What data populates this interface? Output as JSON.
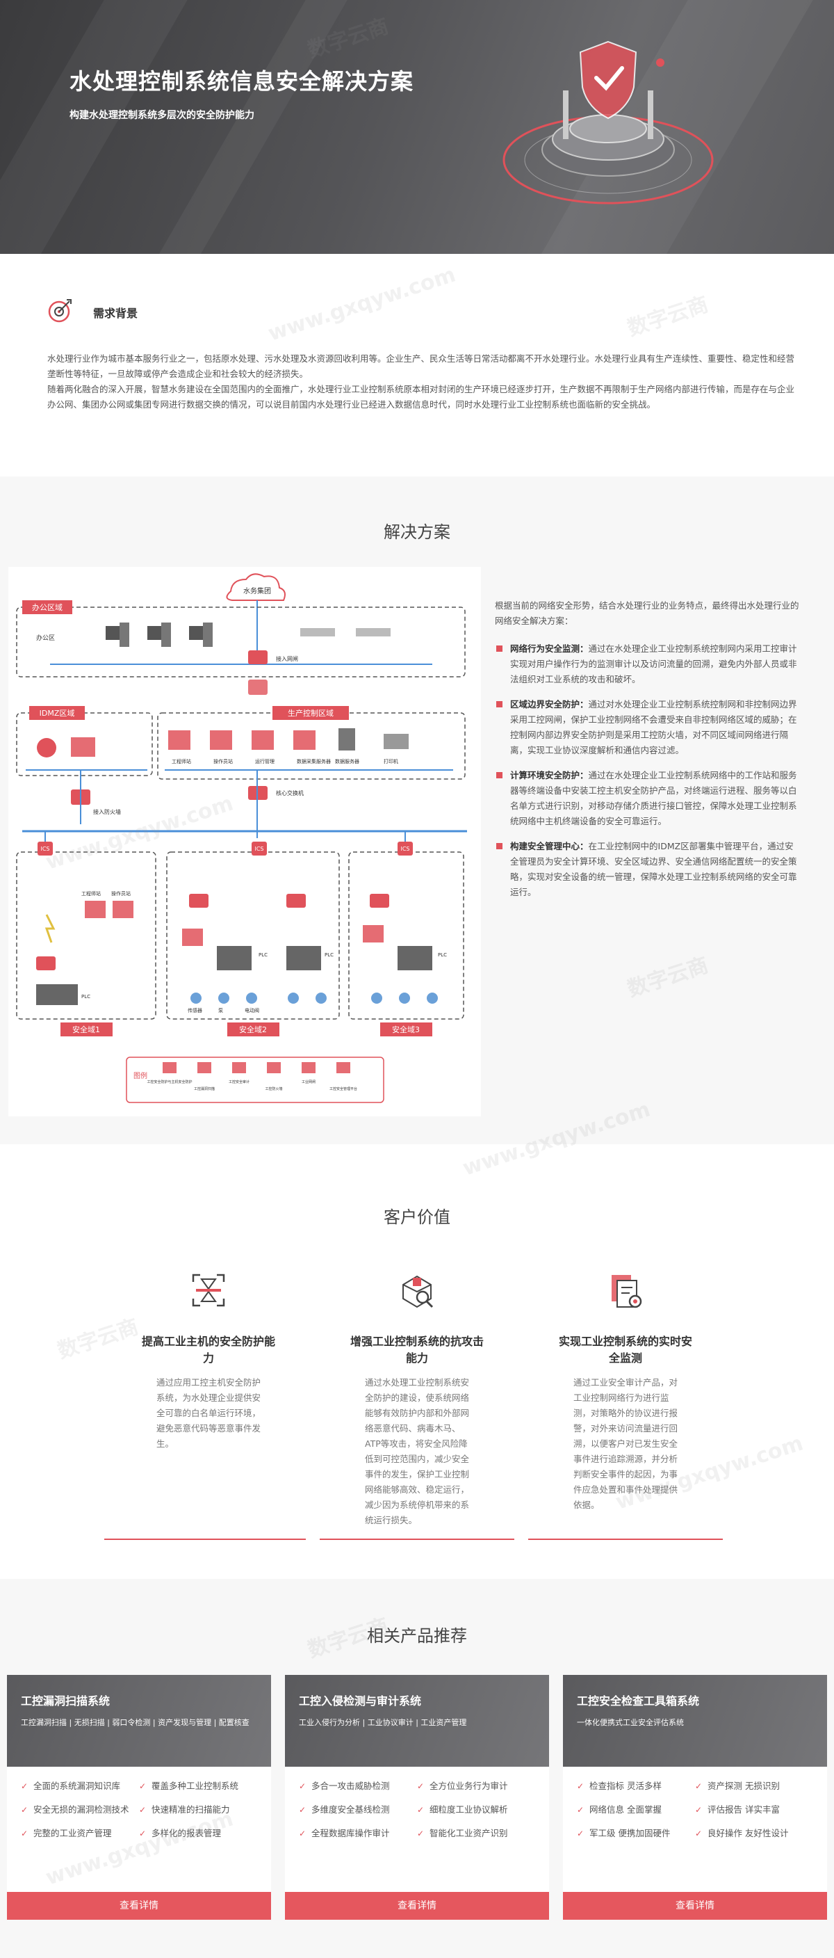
{
  "hero": {
    "title": "水处理控制系统信息安全解决方案",
    "subtitle": "构建水处理控制系统多层次的安全防护能力"
  },
  "need": {
    "title": "需求背景",
    "paragraph1": "水处理行业作为城市基本服务行业之一，包括原水处理、污水处理及水资源回收利用等。企业生产、民众生活等日常活动都离不开水处理行业。水处理行业具有生产连续性、重要性、稳定性和经营垄断性等特征，一旦故障或停产会造成企业和社会较大的经济损失。",
    "paragraph2": "随着两化融合的深入开展，智慧水务建设在全国范围内的全面推广，水处理行业工业控制系统原本相对封闭的生产环境已经逐步打开，生产数据不再限制于生产网络内部进行传输，而是存在与企业办公网、集团办公网或集团专网进行数据交换的情况，可以说目前国内水处理行业已经进入数据信息时代，同时水处理行业工业控制系统也面临新的安全挑战。"
  },
  "solution": {
    "title": "解决方案",
    "intro": "根据当前的网络安全形势，结合水处理行业的业务特点，最终得出水处理行业的网络安全解决方案：",
    "items": [
      {
        "head": "网络行为安全监测：",
        "text": "通过在水处理企业工业控制系统控制网内采用工控审计实现对用户操作行为的监测审计以及访问流量的回溯，避免内外部人员或非法组织对工业系统的攻击和破坏。"
      },
      {
        "head": "区域边界安全防护：",
        "text": "通过对水处理企业工业控制系统控制网和非控制网边界采用工控网闸，保护工业控制网络不会遭受来自非控制网络区域的威胁；在控制网内部边界安全防护则是采用工控防火墙，对不同区域间网络进行隔离，实现工业协议深度解析和通信内容过滤。"
      },
      {
        "head": "计算环境安全防护：",
        "text": "通过在水处理企业工业控制系统网络中的工作站和服务器等终端设备中安装工控主机安全防护产品，对终端运行进程、服务等以白名单方式进行识别，对移动存储介质进行接口管控，保障水处理工业控制系统网络中主机终端设备的安全可靠运行。"
      },
      {
        "head": "构建安全管理中心：",
        "text": "在工业控制网中的IDMZ区部署集中管理平台，通过安全管理员为安全计算环境、安全区域边界、安全通信网络配置统一的安全策略，实现对安全设备的统一管理，保障水处理工业控制系统网络的安全可靠运行。"
      }
    ],
    "diagram": {
      "group": "水务集团",
      "office_zone": "办公区域",
      "office_label": "办公区",
      "idmz_zone": "IDMZ区域",
      "prod_zone": "生产控制区域",
      "gateway1": "接入网闸",
      "gateway2": "接入防火墙",
      "gateway3": "核心交换机",
      "prod_devices": [
        "工程师站",
        "操作员站",
        "运行管理",
        "数据采集服务器",
        "数据服务器",
        "打印机"
      ],
      "ics": "ICS",
      "zone1": "安全域1",
      "zone2": "安全域2",
      "zone3": "安全域3",
      "legend_title": "图例",
      "legend": [
        "工控安全防护与主机安全防护",
        "工控漏洞扫描",
        "工控安全审计",
        "工控防火墙",
        "工业网闸",
        "工控安全管理平台"
      ],
      "plc": "PLC",
      "field": [
        "传感器",
        "泵",
        "电动阀"
      ],
      "ws1": "工程师站",
      "ws2": "操作员站"
    }
  },
  "value": {
    "title": "客户价值",
    "cards": [
      {
        "title": "提高工业主机的安全防护能力",
        "desc": "通过应用工控主机安全防护系统，为水处理企业提供安全可靠的白名单运行环境，避免恶意代码等恶意事件发生。"
      },
      {
        "title": "增强工业控制系统的抗攻击能力",
        "desc": "通过水处理工业控制系统安全防护的建设，使系统网络能够有效防护内部和外部网络恶意代码、病毒木马、ATP等攻击，将安全风险降低到可控范围内，减少安全事件的发生，保护工业控制网络能够高效、稳定运行，减少因为系统停机带来的系统运行损失。"
      },
      {
        "title": "实现工业控制系统的实时安全监测",
        "desc": "通过工业安全审计产品，对工业控制网络行为进行监测，对策略外的协议进行报警，对外来访问流量进行回溯，以便客户对已发生安全事件进行追踪溯源，并分析判断安全事件的起因，为事件应急处置和事件处理提供依据。"
      }
    ]
  },
  "products": {
    "title": "相关产品推荐",
    "button": "查看详情",
    "cards": [
      {
        "title": "工控漏洞扫描系统",
        "tags": "工控漏洞扫描 | 无损扫描 | 弱口令检测 | 资产发现与管理 | 配置核查",
        "features": [
          "全面的系统漏洞知识库",
          "覆盖多种工业控制系统",
          "安全无损的漏洞检测技术",
          "快速精准的扫描能力",
          "完整的工业资产管理",
          "多样化的报表管理"
        ]
      },
      {
        "title": "工控入侵检测与审计系统",
        "tags": "工业入侵行为分析 | 工业协议审计 | 工业资产管理",
        "features": [
          "多合一攻击威胁检测",
          "全方位业务行为审计",
          "多维度安全基线检测",
          "细粒度工业协议解析",
          "全程数据库操作审计",
          "智能化工业资产识别"
        ]
      },
      {
        "title": "工控安全检查工具箱系统",
        "tags": "一体化便携式工业安全评估系统",
        "features": [
          "检查指标 灵活多样",
          "资产探测 无损识别",
          "网络信息 全面掌握",
          "评估报告 详实丰富",
          "军工级 便携加固硬件",
          "良好操作 友好性设计"
        ]
      }
    ]
  },
  "watermark": {
    "text1": "数字云商",
    "text2": "www.gxqyw.com"
  },
  "colors": {
    "accent": "#e0525a",
    "hero_bg": "#4a4a4d",
    "grey_band": "#f7f7f7"
  }
}
